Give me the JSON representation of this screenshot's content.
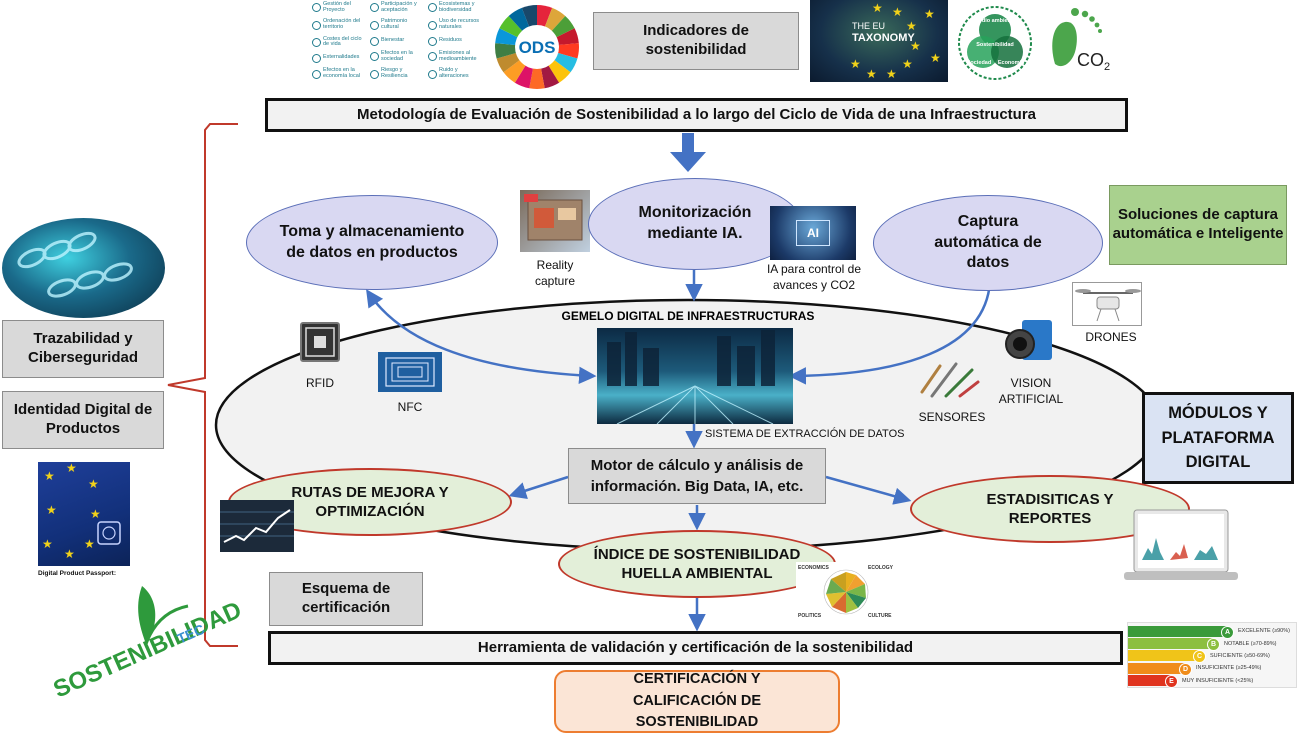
{
  "top": {
    "indicadores": "Indicadores de sostenibilidad",
    "ods_label": "ODS",
    "taxonomy_line1": "THE EU",
    "taxonomy_line2": "TAXONOMY",
    "sust_labels": [
      "Medio ambiente",
      "Sostenibilidad",
      "Sociedad",
      "Economía"
    ],
    "co2": "CO",
    "co2_sub": "2",
    "criteria": [
      [
        "Gestión del Proyecto",
        "Ordenación del territorio",
        "Costes del ciclo de vida",
        "Externalidades",
        "Efectos en la economía local"
      ],
      [
        "Participación y aceptación",
        "Patrimonio cultural",
        "Bienestar",
        "Efectos en la sociedad",
        "Riesgo y Resiliencia"
      ],
      [
        "Ecosistemas y biodiversidad",
        "Uso de recursos naturales",
        "Residuos",
        "Emisiones al medioambiente",
        "Ruido y alteraciones"
      ]
    ]
  },
  "methodology": "Metodología de Evaluación de Sostenibilidad a lo largo del Ciclo de Vida de una Infraestructura",
  "left": {
    "trazabilidad": "Trazabilidad y Ciberseguridad",
    "identidad": "Identidad Digital de Productos",
    "passport": "Digital Product Passport:"
  },
  "nodes": {
    "toma": "Toma y almacenamiento de datos en productos",
    "monitorizacion": "Monitorización mediante IA.",
    "captura": "Captura automática de datos",
    "soluciones": "Soluciones de captura automática e Inteligente",
    "reality": "Reality capture",
    "ia_control": "IA para control de avances y CO2",
    "ai_badge": "AI",
    "gemelo": "GEMELO DIGITAL DE INFRAESTRUCTURAS",
    "rfid": "RFID",
    "nfc": "NFC",
    "drones": "DRONES",
    "vision": "VISION ARTIFICIAL",
    "sensores": "SENSORES",
    "extraccion": "SISTEMA DE EXTRACCIÓN DE DATOS",
    "modulos": "MÓDULOS Y PLATAFORMA DIGITAL",
    "motor": "Motor de cálculo y análisis de información. Big Data, IA, etc.",
    "rutas": "RUTAS DE MEJORA Y OPTIMIZACIÓN",
    "estadisticas": "ESTADISITICAS Y REPORTES",
    "indice": "ÍNDICE DE SOSTENIBILIDAD HUELLA AMBIENTAL",
    "radar_labels": [
      "ECONOMICS",
      "ECOLOGY",
      "POLITICS",
      "CULTURE"
    ]
  },
  "bottom": {
    "esquema": "Esquema de certificación",
    "herramienta": "Herramienta de validación y certificación de la sostenibilidad",
    "certificacion": "CERTIFICACIÓN Y CALIFICACIÓN DE SOSTENIBILIDAD",
    "logo_main": "SOSTENIBILIDAD",
    "logo_sub": "TEC"
  },
  "rating": [
    {
      "letter": "A",
      "label": "EXCELENTE (≥90%)",
      "color": "#3a9a3a"
    },
    {
      "letter": "B",
      "label": "NOTABLE (≥70-89%)",
      "color": "#8cbf3f"
    },
    {
      "letter": "C",
      "label": "SUFICIENTE (≥50-69%)",
      "color": "#f0c419"
    },
    {
      "letter": "D",
      "label": "INSUFICIENTE (≥25-49%)",
      "color": "#f08c1a"
    },
    {
      "letter": "E",
      "label": "MUY INSUFICIENTE (<25%)",
      "color": "#e0341f"
    }
  ],
  "colors": {
    "arrow": "#4472c4",
    "brace": "#c0392b",
    "soluciones_bg": "#a9d18e",
    "modulos_bg": "#dae3f3",
    "cert_bg": "#fbe5d6",
    "cert_border": "#ed7d31"
  }
}
